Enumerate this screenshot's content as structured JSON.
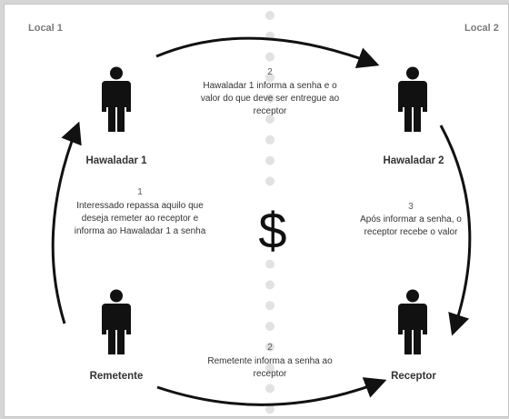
{
  "corners": {
    "left": "Local 1",
    "right": "Local 2"
  },
  "people": {
    "hawaladar1": "Hawaladar 1",
    "hawaladar2": "Hawaladar 2",
    "remetente": "Remetente",
    "receptor": "Receptor"
  },
  "steps": {
    "top": {
      "num": "2",
      "text": "Hawaladar 1 informa a senha e o valor do que deve ser entregue ao receptor"
    },
    "left": {
      "num": "1",
      "text": "Interessado repassa aquilo que deseja remeter ao receptor e informa ao Hawaladar 1 a senha"
    },
    "right": {
      "num": "3",
      "text": "Após informar a senha, o receptor recebe o valor"
    },
    "bottom": {
      "num": "2",
      "text": "Remetente informa a senha ao receptor"
    }
  },
  "center_symbol": "$",
  "colors": {
    "figure": "#111111",
    "arrow": "#111111",
    "dots": "#e2e2e2"
  },
  "icons": [
    "person-icon",
    "arrow-icon",
    "dollar-sign-icon"
  ]
}
